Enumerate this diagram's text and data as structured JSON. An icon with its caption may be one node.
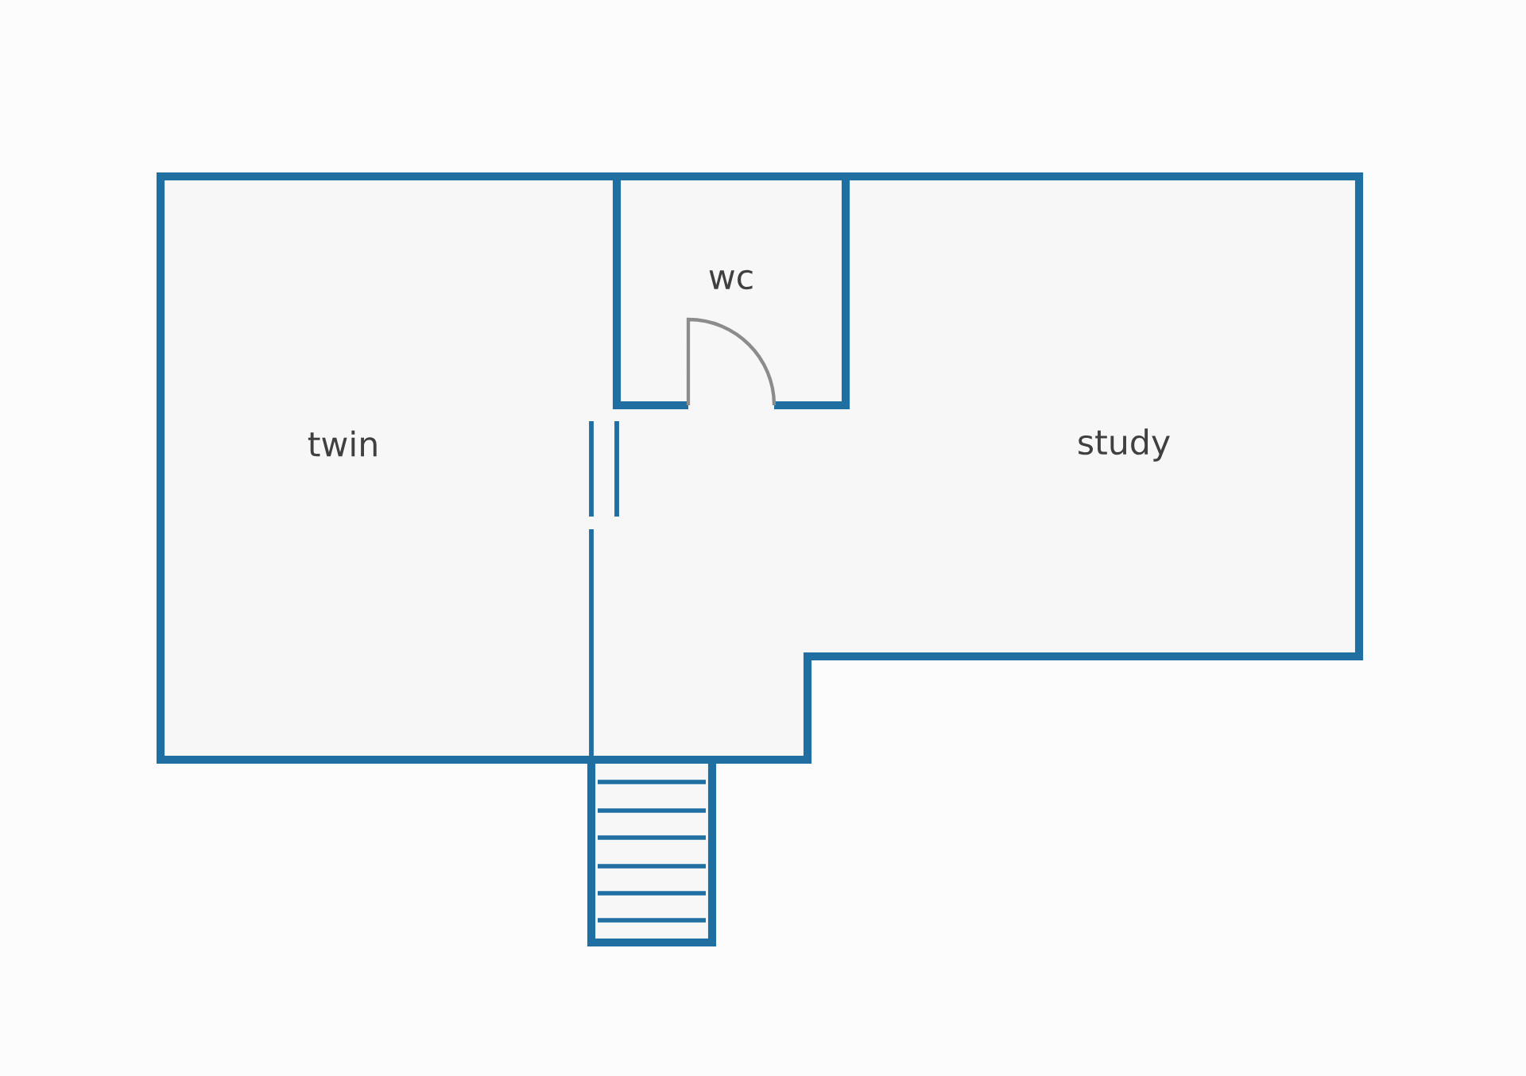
{
  "diagram": {
    "nodes": [
      {
        "text": [
          "twin"
        ]
      },
      {
        "text": [
          "wc"
        ]
      },
      {
        "text": [
          "study"
        ]
      }
    ]
  }
}
